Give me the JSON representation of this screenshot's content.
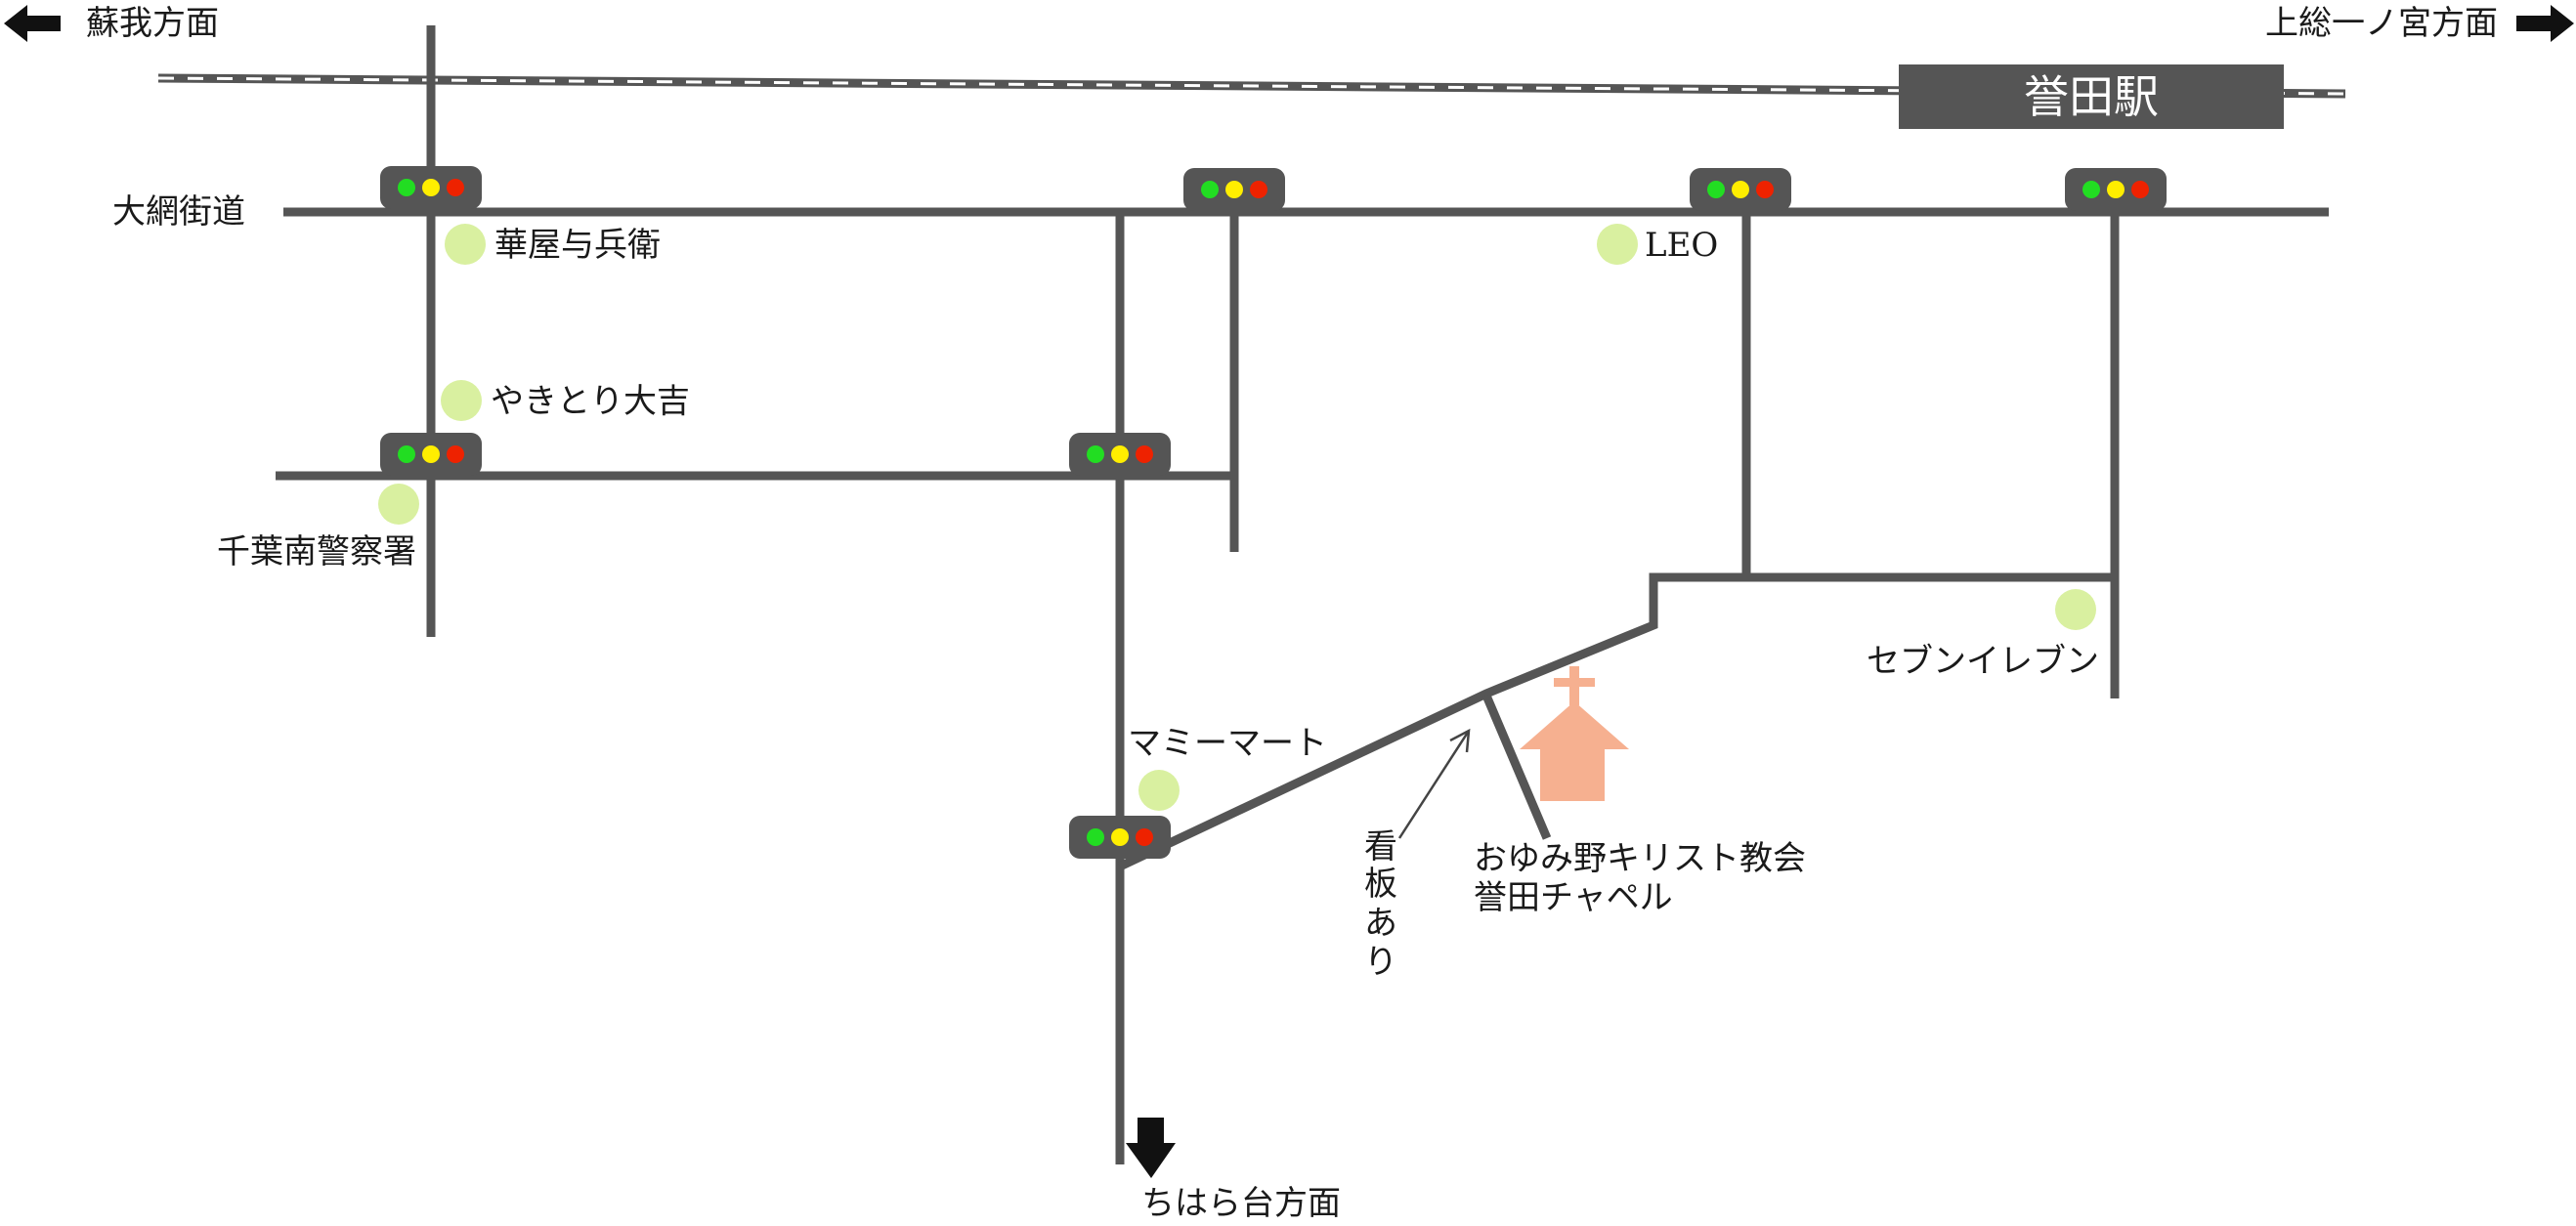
{
  "directions": {
    "left": "蘇我方面",
    "right": "上総一ノ宮方面",
    "bottom": "ちはら台方面"
  },
  "station": "誉田駅",
  "road_name": "大網街道",
  "landmarks": {
    "hanaya": "華屋与兵衛",
    "yakitori": "やきとり大吉",
    "police": "千葉南警察署",
    "leo": "LEO",
    "seven": "セブンイレブン",
    "mammy": "マミーマート"
  },
  "sign_note": [
    "看",
    "板",
    "あ",
    "り"
  ],
  "church": {
    "name_line1": "おゆみ野キリスト教会",
    "name_line2": "誉田チャペル"
  },
  "colors": {
    "road": "#555555",
    "landmark_dot": "#d9f0a0",
    "church": "#f6b090",
    "light_green": "#22dd22",
    "light_yellow": "#ffee00",
    "light_red": "#ee2200"
  },
  "icons": {
    "left": "arrow-left-icon",
    "right": "arrow-right-icon",
    "bottom": "arrow-down-icon",
    "church": "church-icon",
    "traffic_light": "traffic-light-icon"
  }
}
